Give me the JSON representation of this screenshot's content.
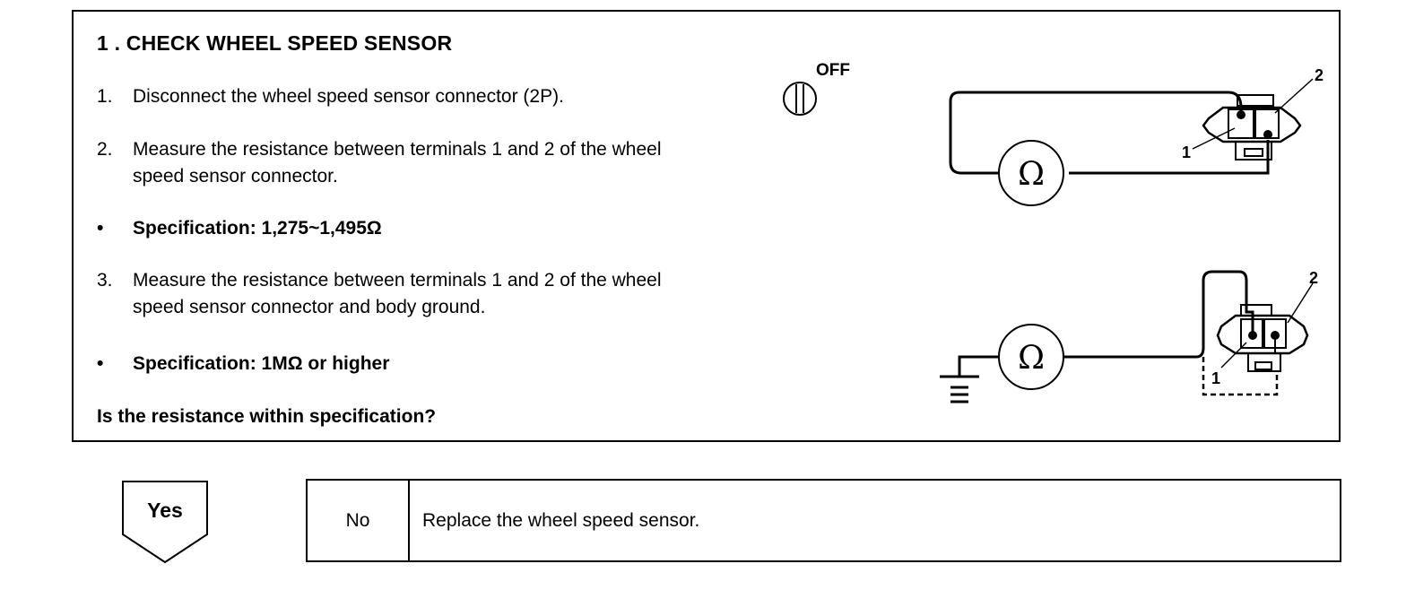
{
  "step": {
    "title": "1 . CHECK WHEEL SPEED SENSOR",
    "items": [
      {
        "num": "1.",
        "lines": [
          "Disconnect the wheel speed sensor connector (2P)."
        ]
      },
      {
        "num": "2.",
        "lines": [
          "Measure the resistance between terminals 1 and 2 of the wheel",
          "speed sensor connector."
        ]
      },
      {
        "num": "•",
        "lines": [
          "Specification: 1,275~1,495Ω"
        ],
        "bold": true
      },
      {
        "num": "3.",
        "lines": [
          "Measure the resistance between terminals 1 and 2 of the wheel",
          "speed sensor connector and body ground."
        ]
      },
      {
        "num": "•",
        "lines": [
          "Specification: 1MΩ or higher"
        ],
        "bold": true
      }
    ],
    "question": "Is the resistance within specification?"
  },
  "diagram": {
    "switch_label": "OFF",
    "ohm_symbol": "Ω",
    "terminal_1": "1",
    "terminal_2": "2"
  },
  "result": {
    "yes_label": "Yes",
    "no_label": "No",
    "no_action": "Replace the wheel speed sensor."
  }
}
